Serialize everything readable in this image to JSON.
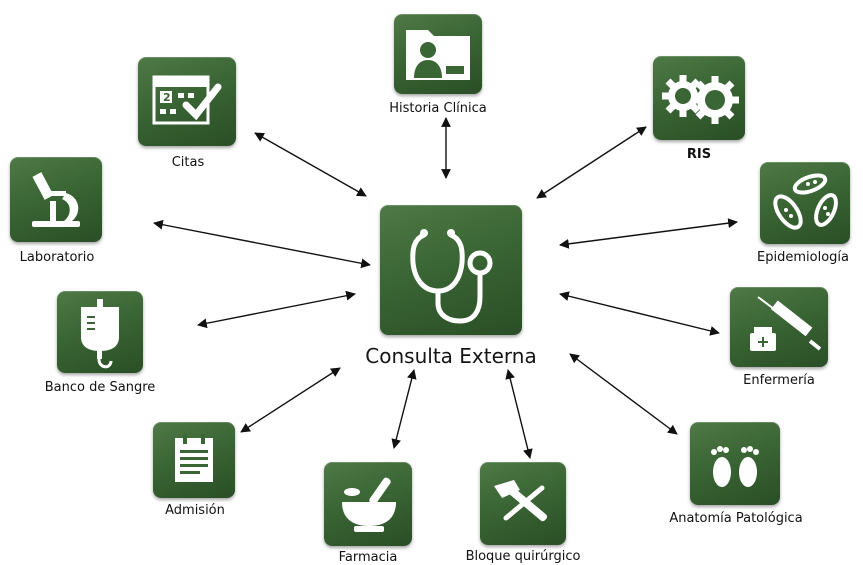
{
  "diagram": {
    "center": {
      "label": "Consulta Externa",
      "icon": "stethoscope-icon"
    },
    "modules": [
      {
        "key": "historia",
        "label": "Historia Clínica",
        "icon": "medical-record-icon"
      },
      {
        "key": "citas",
        "label": "Citas",
        "icon": "calendar-check-icon"
      },
      {
        "key": "ris",
        "label": "RIS",
        "icon": "gears-icon"
      },
      {
        "key": "laboratorio",
        "label": "Laboratorio",
        "icon": "microscope-icon"
      },
      {
        "key": "epidemiologia",
        "label": "Epidemiología",
        "icon": "bacteria-icon"
      },
      {
        "key": "banco",
        "label": "Banco de Sangre",
        "icon": "blood-bag-icon"
      },
      {
        "key": "enfermeria",
        "label": "Enfermería",
        "icon": "syringe-icon"
      },
      {
        "key": "admision",
        "label": "Admisión",
        "icon": "clipboard-icon"
      },
      {
        "key": "farmacia",
        "label": "Farmacia",
        "icon": "mortar-pestle-icon"
      },
      {
        "key": "bloque",
        "label": "Bloque quirúrgico",
        "icon": "surgical-tools-icon"
      },
      {
        "key": "anatomia",
        "label": "Anatomía Patológica",
        "icon": "footprints-icon"
      }
    ]
  }
}
